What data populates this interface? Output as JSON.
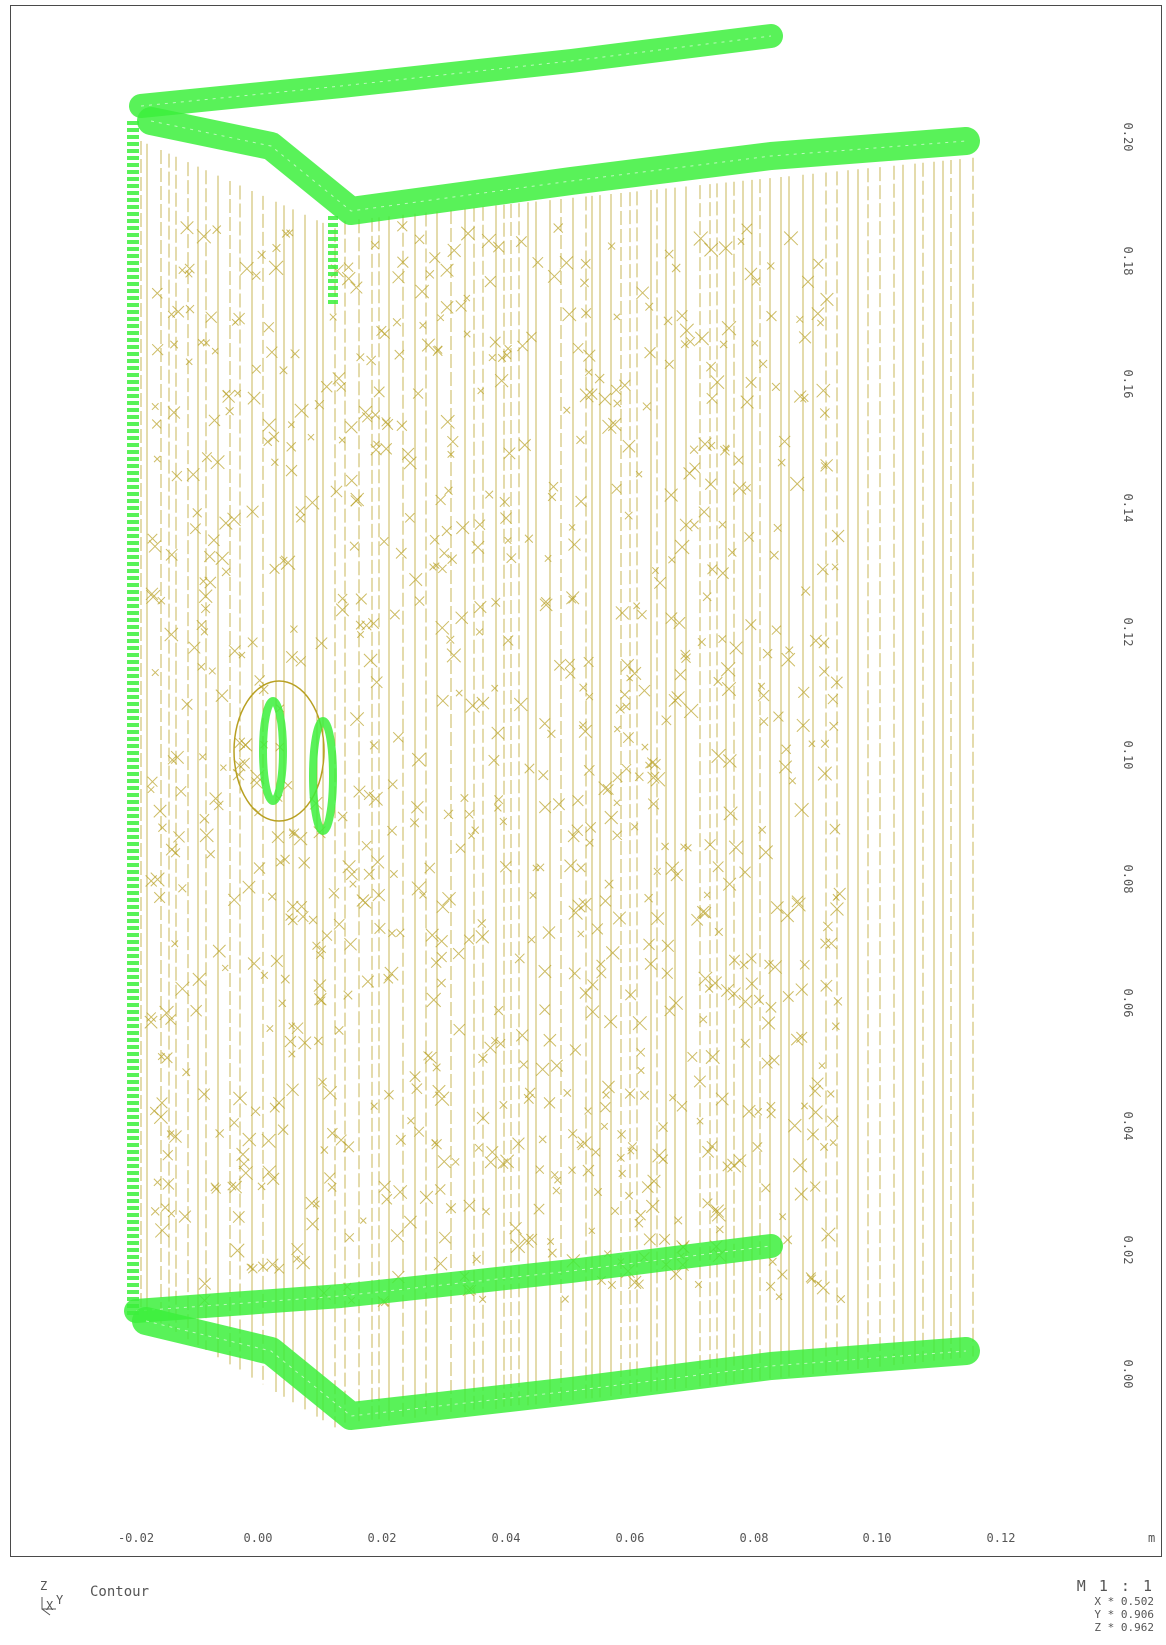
{
  "view": {
    "mode_label": "Contour",
    "x_unit": "m",
    "x_ticks": [
      "-0.02",
      "0.00",
      "0.02",
      "0.04",
      "0.06",
      "0.08",
      "0.10",
      "0.12"
    ],
    "y_ticks": [
      "0.20",
      "0.18",
      "0.16",
      "0.14",
      "0.12",
      "0.10",
      "0.08",
      "0.06",
      "0.04",
      "0.02",
      "0.00"
    ]
  },
  "triad": {
    "z": "Z",
    "x": "X",
    "y": "Y"
  },
  "scale": {
    "ratio": "M 1 : 1",
    "x_factor": "X * 0.502",
    "y_factor": "Y * 0.906",
    "z_factor": "Z * 0.962"
  },
  "colors": {
    "mesh": "#b8a022",
    "edge_mesh": "#3cf03c",
    "frame": "#4a4a4a",
    "text": "#555555"
  }
}
